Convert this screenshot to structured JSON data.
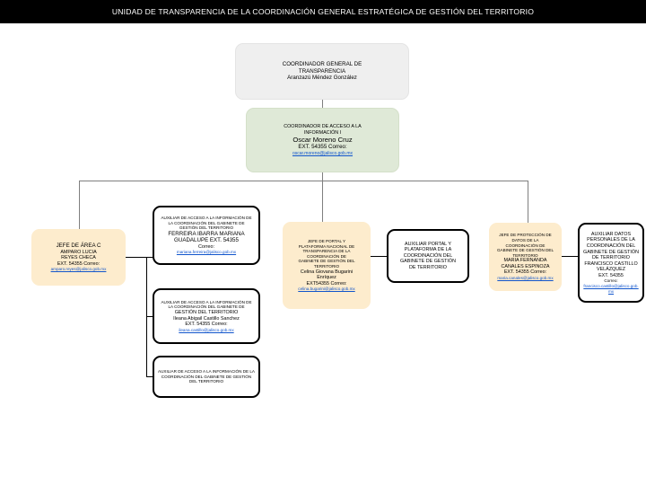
{
  "banner": {
    "title": "UNIDAD DE TRANSPARENCIA DE LA COORDINACIÓN GENERAL ESTRATÉGICA DE GESTIÓN DEL TERRITORIO"
  },
  "colors": {
    "banner_bg": "#000000",
    "banner_text": "#ffffff",
    "root_fill": "#efefef",
    "coordinator_fill": "#dfe9d7",
    "branch_fill": "#fdeccd",
    "white_fill": "#ffffff",
    "link": "#1155cc",
    "connector": "#7f7f7f"
  },
  "root": {
    "title_line1": "COORDINADOR GENERAL DE",
    "title_line2": "TRANSPARENCIA",
    "name": "Aranzazú Méndez González"
  },
  "coordinator": {
    "title_line1": "COORDINADOR DE ACCESO A LA",
    "title_line2": "INFORMACIÓN I",
    "name": "Oscar Moreno Cruz",
    "ext": "EXT. 54355  Correo:",
    "email": "oscar.moreno@jalisco.gob.mx"
  },
  "branches": [
    {
      "id": "jefe-area-c",
      "title": "JEFE DE ÁREA C",
      "name_line1": "AMPARO LUCIA",
      "name_line2": "REYES CHECA",
      "ext": "EXT. 54355  Correo:",
      "email": "amparo.reyes@jalisco.gob.mx"
    },
    {
      "id": "auxiliar-acceso-1",
      "title_line1": "AUXILIAR DE ACCESO A LA INFORMACIÓN DE",
      "title_line2": "LA COORDINACIÓN DEL GABINETE DE",
      "title_line3": "GESTIÓN DEL TERRITORIO",
      "name_line1": "FERREIRA IBARRA MARIANA",
      "name_line2": "GUADALUPE EXT. 54355",
      "ext": "Correo:",
      "email": "mariana.ferreira@jalisco.gob.mx"
    },
    {
      "id": "auxiliar-acceso-2",
      "title_line1": "AUXILIAR DE ACCESO A LA INFORMACIÓN DE",
      "title_line2": "LA COORDINACIÓN DEL GABINETE DE",
      "title_line3": "GESTIÓN DEL TERRITORIO",
      "name": "Ileana Abigail Castillo Sanchez",
      "ext": "EXT. 54355  Correo:",
      "email": "ileana.castillo@jalisco.gob.mx"
    },
    {
      "id": "auxiliar-acceso-3",
      "title_line1": "AUXILIAR DE ACCESO A LA INFORMACIÓN DE LA",
      "title_line2": "COORDINACIÓN DEL GABINETE DE GESTIÓN",
      "title_line3": "DEL TERRITORIO"
    },
    {
      "id": "jefe-portal",
      "title_line1": "JEFE DE PORTAL Y",
      "title_line2": "PLATAFORMA NACIONAL DE",
      "title_line3": "TRANSPARENCIA DE LA",
      "title_line4": "COORDINACIÓN DE",
      "title_line5": "GABINETE DE GESTIÓN DEL",
      "title_line6": "TERRITORIO",
      "name_line1": "Celina Giovana Bugarini",
      "name_line2": "Enríquez",
      "ext": "EXT54355 Correo:",
      "email": "celina.bugarini@jalisco.gob.mx"
    },
    {
      "id": "auxiliar-portal",
      "title_line1": "AUXILIAR PORTAL Y",
      "title_line2": "PLATAFORMA DE LA",
      "title_line3": "COORDINACIÓN DEL",
      "title_line4": "GABINETE DE GESTIÓN",
      "title_line5": "DE TERRITORIO"
    },
    {
      "id": "jefe-proteccion-datos",
      "title_line1": "JEFE DE PROTECCIÓN DE",
      "title_line2": "DATOS DE LA",
      "title_line3": "COORDINACIÓN DE",
      "title_line4": "GABINETE DE GESTIÓN DEL",
      "title_line5": "TERRITORIO",
      "name_line1": "MARIA FERNANDA",
      "name_line2": "CANALES ESPINOZA",
      "ext": "EXT. 54355  Correo:",
      "email": "maria.canales@jalisco.gob.mx"
    },
    {
      "id": "auxiliar-datos-personales",
      "title_line1": "AUXILIAR DATOS",
      "title_line2": "PERSONALES DE LA",
      "title_line3": "COORDINACIÓN DEL",
      "title_line4": "GABINETE DE GESTIÓN",
      "title_line5": "DE TERRITORIO",
      "name_line1": "FRANCISCO CASTILLO",
      "name_line2": "VELÁZQUEZ",
      "ext": "EXT. 54355",
      "ext2": "Correo:",
      "email": "francisco.castillo@jalisco.gob.mx"
    }
  ]
}
